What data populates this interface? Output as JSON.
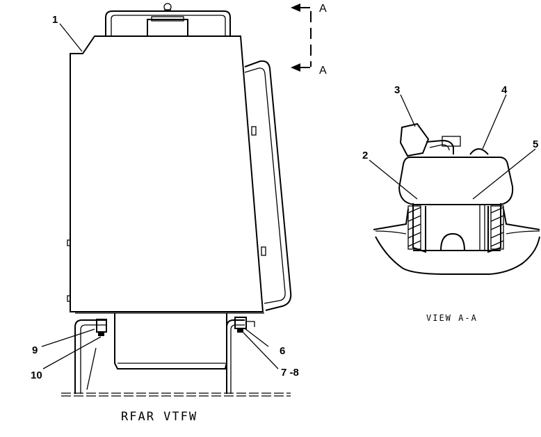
{
  "section_markers": {
    "top": "A",
    "bottom": "A"
  },
  "callouts": {
    "c1": "1",
    "c2": "2",
    "c3": "3",
    "c4": "4",
    "c5": "5",
    "c6": "6",
    "c78": "7 -8",
    "c9": "9",
    "c10": "10"
  },
  "captions": {
    "rear_view": "RFAR VTFW",
    "view_aa": "VIEW A-A"
  }
}
